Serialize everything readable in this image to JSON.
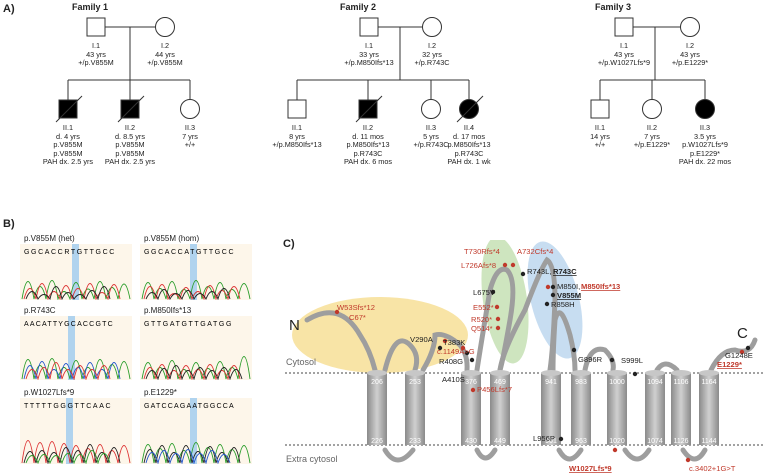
{
  "panels": {
    "a": "A)",
    "b": "B)",
    "c": "C)"
  },
  "families": [
    {
      "title": "Family 1",
      "parents": [
        {
          "id": "I.1",
          "lines": [
            "43 yrs",
            "+/p.V855M"
          ]
        },
        {
          "id": "I.2",
          "lines": [
            "44 yrs",
            "+/p.V855M"
          ]
        }
      ],
      "children": [
        {
          "id": "II.1",
          "lines": [
            "d. 4 yrs",
            "p.V855M",
            "p.V855M",
            "PAH dx. 2.5 yrs"
          ]
        },
        {
          "id": "II.2",
          "lines": [
            "d. 8.5 yrs",
            "p.V855M",
            "p.V855M",
            "PAH dx. 2.5 yrs"
          ]
        },
        {
          "id": "II.3",
          "lines": [
            "7 yrs",
            "+/+"
          ]
        }
      ]
    },
    {
      "title": "Family 2",
      "parents": [
        {
          "id": "I.1",
          "lines": [
            "33 yrs",
            "+/p.M850Ifs*13"
          ]
        },
        {
          "id": "I.2",
          "lines": [
            "32 yrs",
            "+/p.R743C"
          ]
        }
      ],
      "children": [
        {
          "id": "II.1",
          "lines": [
            "8 yrs",
            "+/p.M850Ifs*13"
          ]
        },
        {
          "id": "II.2",
          "lines": [
            "d. 11 mos",
            "p.M850Ifs*13",
            "p.R743C",
            "PAH dx. 6 mos"
          ]
        },
        {
          "id": "II.3",
          "lines": [
            "5 yrs",
            "+/p.R743C"
          ]
        },
        {
          "id": "II.4",
          "lines": [
            "d. 17 mos",
            "p.M850Ifs*13",
            "p.R743C",
            "PAH dx. 1 wk"
          ]
        }
      ]
    },
    {
      "title": "Family 3",
      "parents": [
        {
          "id": "I.1",
          "lines": [
            "43 yrs",
            "+/p.W1027Lfs*9"
          ]
        },
        {
          "id": "I.2",
          "lines": [
            "43 yrs",
            "+/p.E1229*"
          ]
        }
      ],
      "children": [
        {
          "id": "II.1",
          "lines": [
            "14 yrs",
            "+/+"
          ]
        },
        {
          "id": "II.2",
          "lines": [
            "7 yrs",
            "+/p.E1229*"
          ]
        },
        {
          "id": "II.3",
          "lines": [
            "3.5 yrs",
            "p.W1027Lfs*9",
            "p.E1229*",
            "PAH dx. 22 mos"
          ]
        }
      ]
    }
  ],
  "chromatograms": [
    {
      "title": "p.V855M (het)",
      "seq": "GGCACCRTGTTGCC"
    },
    {
      "title": "p.V855M (hom)",
      "seq": "GGCACCATGTTGCC"
    },
    {
      "title": "p.R743C",
      "seq": "AACATTYGCACCGTC"
    },
    {
      "title": "p.M850Ifs*13",
      "seq": "GTTGATGTTGATGG"
    },
    {
      "title": "p.W1027Lfs*9",
      "seq": "TTTTTGGGTTCAAC"
    },
    {
      "title": "p.E1229*",
      "seq": "GATCCAGAATGGCCA"
    }
  ],
  "topology": {
    "n_label": "N",
    "c_label": "C",
    "cytosol": "Cytosol",
    "extra": "Extra cytosol",
    "tm_top": [
      "206",
      "253",
      "376",
      "469",
      "941",
      "983",
      "1000",
      "1094",
      "1106",
      "1164"
    ],
    "tm_bottom": [
      "226",
      "233",
      "430",
      "449",
      "961",
      "963",
      "1020",
      "1074",
      "1126",
      "1144"
    ],
    "mutations": {
      "w53": "W53Sfs*12",
      "c67": "C67*",
      "v290": "V290A",
      "t383": "T383K",
      "c1149": "c.1149A>G",
      "r408": "R408G",
      "a410": "A410S",
      "p456": "P456Lfs*7",
      "l675": "L675V",
      "e552": "E552*",
      "r520": "R520*",
      "q514": "Q514*",
      "t730": "T730Rfs*4",
      "a732": "A732Cfs*4",
      "l726": "L726Afs*8",
      "r743l": "R743L,",
      "r743c": "R743C",
      "m850i": "M850I,",
      "m850f": "M850Ifs*13",
      "v855": "V855M",
      "r858": "R858H",
      "g896": "G896R",
      "s999": "S999L",
      "g1248": "G1248E",
      "e1229": "E1229*",
      "l956": "L956P",
      "w1027": "W1027Lfs*9",
      "c3402": "c.3402+1G>T"
    },
    "colors": {
      "red": "#c0392b",
      "membrane": "#9e9e9e",
      "yellow": "#f7df97",
      "green": "#c6e0b4",
      "blue": "#bdd7ee"
    }
  }
}
